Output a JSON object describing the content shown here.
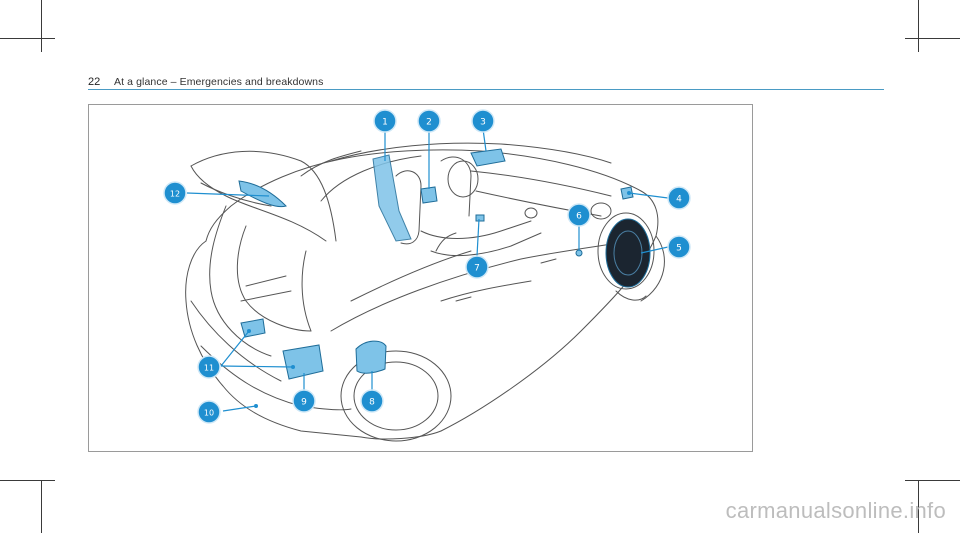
{
  "header": {
    "page_number": "22",
    "title": "At a glance – Emergencies and breakdowns"
  },
  "figure": {
    "callouts": [
      "1",
      "2",
      "3",
      "4",
      "5",
      "6",
      "7",
      "8",
      "9",
      "10",
      "11",
      "12"
    ]
  },
  "watermark": "carmanualsonline.info",
  "colors": {
    "accent": "#1f8fd0",
    "highlight": "#7ec3e8",
    "line": "#555555"
  }
}
